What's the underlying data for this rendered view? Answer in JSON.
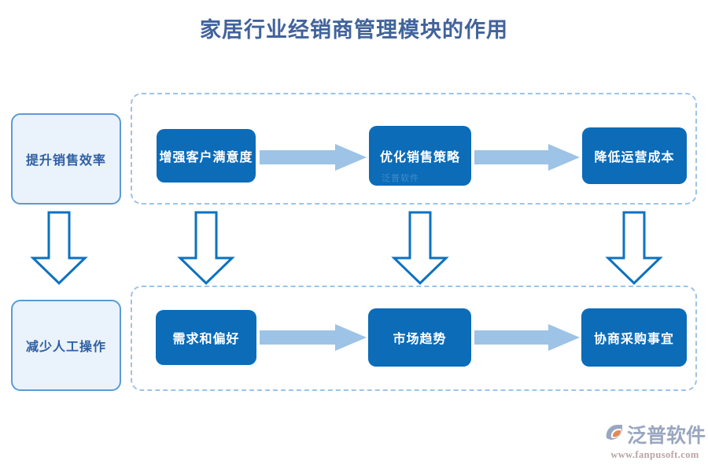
{
  "diagram": {
    "title": "家居行业经销商管理模块的作用",
    "colors": {
      "title_text": "#41639b",
      "process_fill": "#0c6cb8",
      "process_text": "#ffffff",
      "outcome_fill": "#eaf2fb",
      "outcome_border": "#5b9bd5",
      "outcome_text": "#2e5fa3",
      "h_arrow": "#9dc3e6",
      "v_arrow_stroke": "#0c6cb8",
      "dashed_border": "#9dc3e6",
      "background": "#ffffff"
    },
    "outcomes": [
      {
        "label": "提升销售效率"
      },
      {
        "label": "减少人工操作"
      }
    ],
    "groups": [
      {
        "name": "top-row",
        "steps": [
          {
            "label": "增强客户满意度"
          },
          {
            "label": "优化销售策略"
          },
          {
            "label": "降低运营成本"
          }
        ],
        "connectors": [
          {
            "icon": "right-arrow"
          },
          {
            "icon": "right-arrow"
          }
        ]
      },
      {
        "name": "bottom-row",
        "steps": [
          {
            "label": "需求和偏好"
          },
          {
            "label": "市场趋势"
          },
          {
            "label": "协商采购事宜"
          }
        ],
        "connectors": [
          {
            "icon": "right-arrow"
          },
          {
            "icon": "right-arrow"
          }
        ]
      }
    ],
    "down_arrows": [
      {
        "icon": "down-arrow-outline"
      },
      {
        "icon": "down-arrow-outline"
      },
      {
        "icon": "down-arrow-outline"
      },
      {
        "icon": "down-arrow-outline"
      }
    ],
    "inner_watermark": "泛普软件"
  },
  "brand": {
    "name": "泛普软件",
    "url": "www.fanpusoft.com",
    "logo_icon": "fanpu-swirl-logo"
  }
}
